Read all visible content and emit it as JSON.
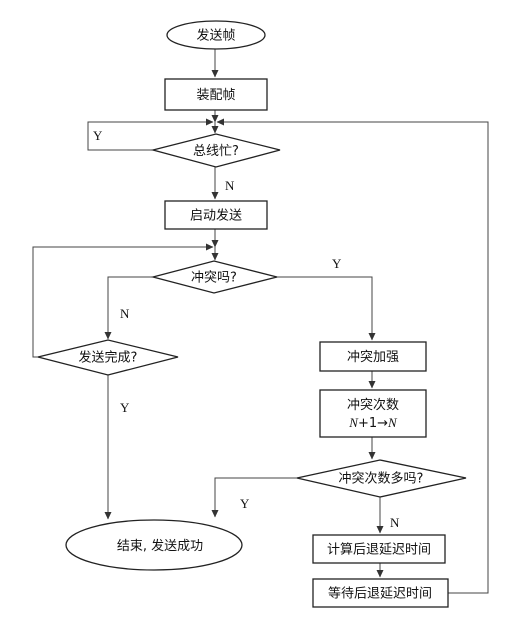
{
  "nodes": {
    "start": "发送帧",
    "assemble": "装配帧",
    "bus_busy": "总线忙?",
    "start_send": "启动发送",
    "collision": "冲突吗?",
    "send_done": "发送完成?",
    "jam": "冲突加强",
    "count_line1": "冲突次数",
    "count_N1": "N",
    "count_plus": "+1→",
    "count_N2": "N",
    "too_many": "冲突次数多吗?",
    "end": "结束, 发送成功",
    "calc_backoff": "计算后退延迟时间",
    "wait_backoff": "等待后退延迟时间"
  },
  "branch_labels": {
    "busy_yes": "Y",
    "busy_no": "N",
    "collision_yes": "Y",
    "collision_no": "N",
    "done_yes": "Y",
    "toomany_yes": "Y",
    "toomany_no": "N"
  }
}
